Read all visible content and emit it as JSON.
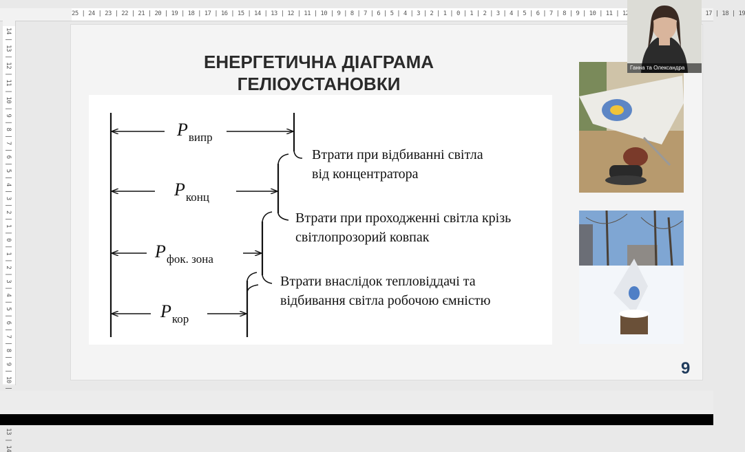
{
  "ruler": {
    "horizontal": "25 | 24 | 23 | 22 | 21 | 20 | 19 | 18 | 17 | 16 | 15 | 14 | 13 | 12 | 11 | 10 | 9 | 8 | 7 | 6 | 5 | 4 | 3 | 2 | 1 | 0 | 1 | 2 | 3 | 4 | 5 | 6 | 7 | 8 | 9 | 10 | 11 | 12 | 13 | 14 | 15 | 16 | 17 | 18 | 19",
    "vertical": "14 | 13 | 12 | 11 | 10 | 9 | 8 | 7 | 6 | 5 | 4 | 3 | 2 | 1 | 0 | 1 | 2 | 3 | 4 | 5 | 6 | 7 | 8 | 9 | 10 | 11 | 12 | 13 | 14"
  },
  "slide": {
    "title_line1": "ЕНЕРГЕТИЧНА ДІАГРАМА",
    "title_line2": "ГЕЛІОУСТАНОВКИ",
    "page_number": "9"
  },
  "diagram": {
    "labels": [
      {
        "p": "P",
        "sub": "випр"
      },
      {
        "p": "P",
        "sub": "конц"
      },
      {
        "p": "P",
        "sub": "фок. зона"
      },
      {
        "p": "P",
        "sub": "кор"
      }
    ],
    "losses": [
      {
        "line1": "Втрати при відбиванні світла",
        "line2": "від концентратора"
      },
      {
        "line1": "Втрати при проходженні світла крізь",
        "line2": "світлопрозорий ковпак"
      },
      {
        "line1": "Втрати внаслідок тепловіддачі  та",
        "line2": "відбивання світла робочою ємністю"
      }
    ]
  },
  "webcam": {
    "name": "Ганна та Олександра"
  },
  "colors": {
    "page_number": "#1f3b5c",
    "title": "#2a2a2a",
    "slide_bg": "#f4f4f4"
  }
}
